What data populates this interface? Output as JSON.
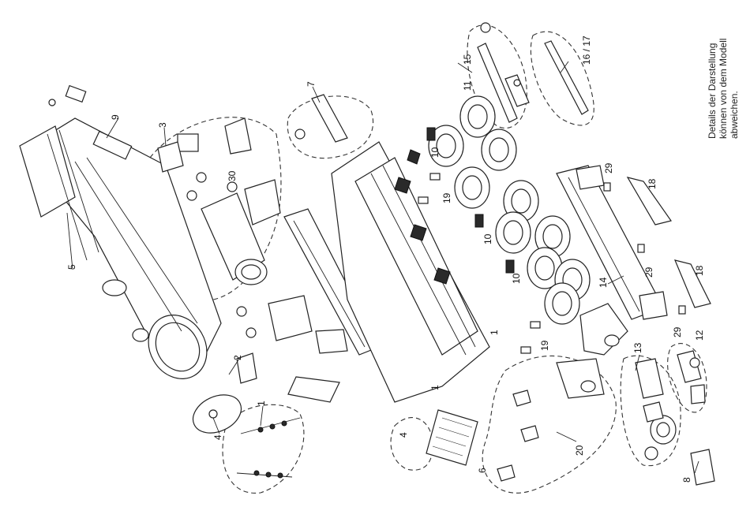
{
  "note": {
    "line1": "Details der Darstellung",
    "line2": "können von dem Modell",
    "line3": "abweichen."
  },
  "callouts": [
    {
      "id": "c-9",
      "label": "9"
    },
    {
      "id": "c-3",
      "label": "3"
    },
    {
      "id": "c-7",
      "label": "7"
    },
    {
      "id": "c-30",
      "label": "30"
    },
    {
      "id": "c-5",
      "label": "5"
    },
    {
      "id": "c-2",
      "label": "2"
    },
    {
      "id": "c-4a",
      "label": "4"
    },
    {
      "id": "c-1a",
      "label": "1"
    },
    {
      "id": "c-1b",
      "label": "1"
    },
    {
      "id": "c-1c",
      "label": "1"
    },
    {
      "id": "c-4b",
      "label": "4"
    },
    {
      "id": "c-6",
      "label": "6"
    },
    {
      "id": "c-15",
      "label": "15"
    },
    {
      "id": "c-11",
      "label": "11"
    },
    {
      "id": "c-1617",
      "label": "16 / 17"
    },
    {
      "id": "c-10a",
      "label": "10"
    },
    {
      "id": "c-19a",
      "label": "19"
    },
    {
      "id": "c-10b",
      "label": "10"
    },
    {
      "id": "c-10c",
      "label": "10"
    },
    {
      "id": "c-29a",
      "label": "29"
    },
    {
      "id": "c-18a",
      "label": "18"
    },
    {
      "id": "c-29b",
      "label": "29"
    },
    {
      "id": "c-14",
      "label": "14"
    },
    {
      "id": "c-18b",
      "label": "18"
    },
    {
      "id": "c-19b",
      "label": "19"
    },
    {
      "id": "c-29c",
      "label": "29"
    },
    {
      "id": "c-12",
      "label": "12"
    },
    {
      "id": "c-13",
      "label": "13"
    },
    {
      "id": "c-20",
      "label": "20"
    },
    {
      "id": "c-8",
      "label": "8"
    }
  ]
}
